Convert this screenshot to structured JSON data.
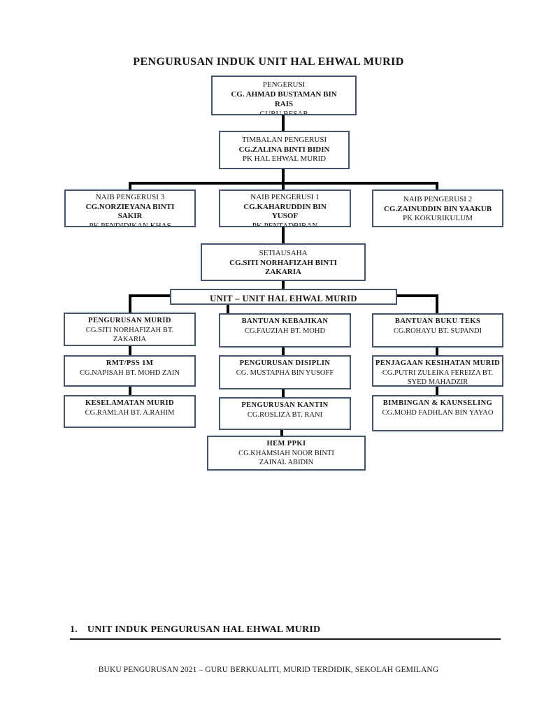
{
  "document": {
    "title": "PENGURUSAN INDUK UNIT HAL EHWAL MURID",
    "section_heading_number": "1.",
    "section_heading_text": "UNIT INDUK PENGURUSAN HAL EHWAL MURID",
    "footer": "BUKU PENGURUSAN 2021 – GURU BERKUALITI, MURID TERDIDIK, SEKOLAH GEMILANG"
  },
  "colors": {
    "box_border": "#44546A",
    "connector": "#000000",
    "text": "#161616"
  },
  "chart": {
    "type": "org-chart",
    "banner_label": "UNIT – UNIT HAL EHWAL MURID",
    "pengerusi": {
      "role": "PENGERUSI",
      "name": "CG. AHMAD BUSTAMAN BIN RAIS",
      "position": "GURU BESAR"
    },
    "timbalan": {
      "role": "TIMBALAN PENGERUSI",
      "name": "CG.ZALINA BINTI BIDIN",
      "position": "PK HAL EHWAL MURID"
    },
    "naib3": {
      "role": "NAIB PENGERUSI 3",
      "name": "CG.NORZIEYANA BINTI SAKIR",
      "position": "PK PENDIDIKAN KHAS"
    },
    "naib1": {
      "role": "NAIB PENGERUSI 1",
      "name": "CG.KAHARUDDIN BIN YUSOF",
      "position": "PK PENTADBIRAN"
    },
    "naib2": {
      "role": "NAIB PENGERUSI 2",
      "name": "CG.ZAINUDDIN BIN YAAKUB",
      "position": "PK KOKURIKULUM"
    },
    "setiausaha": {
      "role": "SETIAUSAHA",
      "name": "CG.SITI NORHAFIZAH BINTI ZAKARIA"
    },
    "units": {
      "pengurusan_murid": {
        "unit": "PENGURUSAN MURID",
        "name": "CG.SITI NORHAFIZAH BT. ZAKARIA"
      },
      "rmt_pss": {
        "unit": "RMT/PSS 1M",
        "name": "CG.NAPISAH BT. MOHD ZAIN"
      },
      "keselamatan": {
        "unit": "KESELAMATAN MURID",
        "name": "CG.RAMLAH BT. A.RAHIM"
      },
      "kebajikan": {
        "unit": "BANTUAN KEBAJIKAN",
        "name": "CG.FAUZIAH BT. MOHD"
      },
      "disiplin": {
        "unit": "PENGURUSAN DISIPLIN",
        "name": "CG. MUSTAPHA BIN YUSOFF"
      },
      "kantin": {
        "unit": "PENGURUSAN KANTIN",
        "name": "CG.ROSLIZA BT. RANI"
      },
      "hem_ppki": {
        "unit": "HEM PPKI",
        "name": "CG.KHAMSIAH NOOR BINTI ZAINAL ABIDIN"
      },
      "buku_teks": {
        "unit": "BANTUAN BUKU TEKS",
        "name": "CG.ROHAYU BT. SUPANDI"
      },
      "kesihatan": {
        "unit": "PENJAGAAN KESIHATAN MURID",
        "name": "CG.PUTRI ZULEIKA FEREIZA  BT. SYED MAHADZIR"
      },
      "bimbingan": {
        "unit": "BIMBINGAN & KAUNSELING",
        "name": "CG.MOHD FADHLAN BIN YAYAO"
      }
    }
  }
}
